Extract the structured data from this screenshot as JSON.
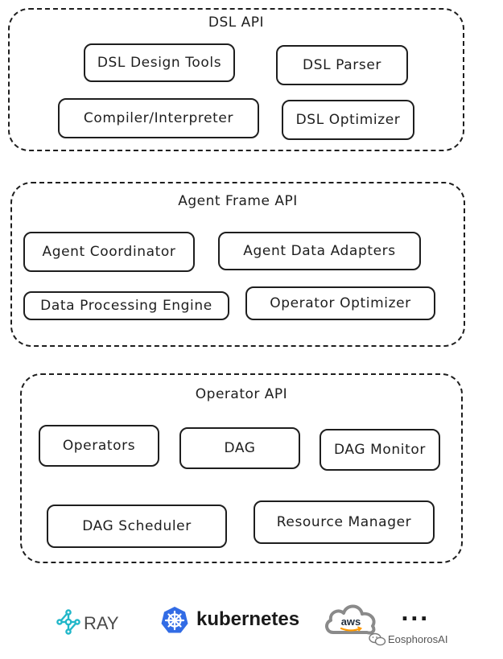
{
  "layers": [
    {
      "title": "DSL API",
      "components": [
        "DSL Design Tools",
        "DSL Parser",
        "Compiler/Interpreter",
        "DSL Optimizer"
      ]
    },
    {
      "title": "Agent Frame API",
      "components": [
        "Agent Coordinator",
        "Agent Data Adapters",
        "Data Processing Engine",
        "Operator Optimizer"
      ]
    },
    {
      "title": "Operator API",
      "components": [
        "Operators",
        "DAG",
        "DAG Monitor",
        "DAG Scheduler",
        "Resource Manager"
      ]
    }
  ],
  "footer": {
    "logos": [
      {
        "icon": "ray-icon",
        "label": "RAY"
      },
      {
        "icon": "kubernetes-icon",
        "label": "kubernetes"
      },
      {
        "icon": "aws-cloud-icon",
        "label": "aws"
      }
    ],
    "more": "...",
    "watermark": "EosphorosAI"
  }
}
